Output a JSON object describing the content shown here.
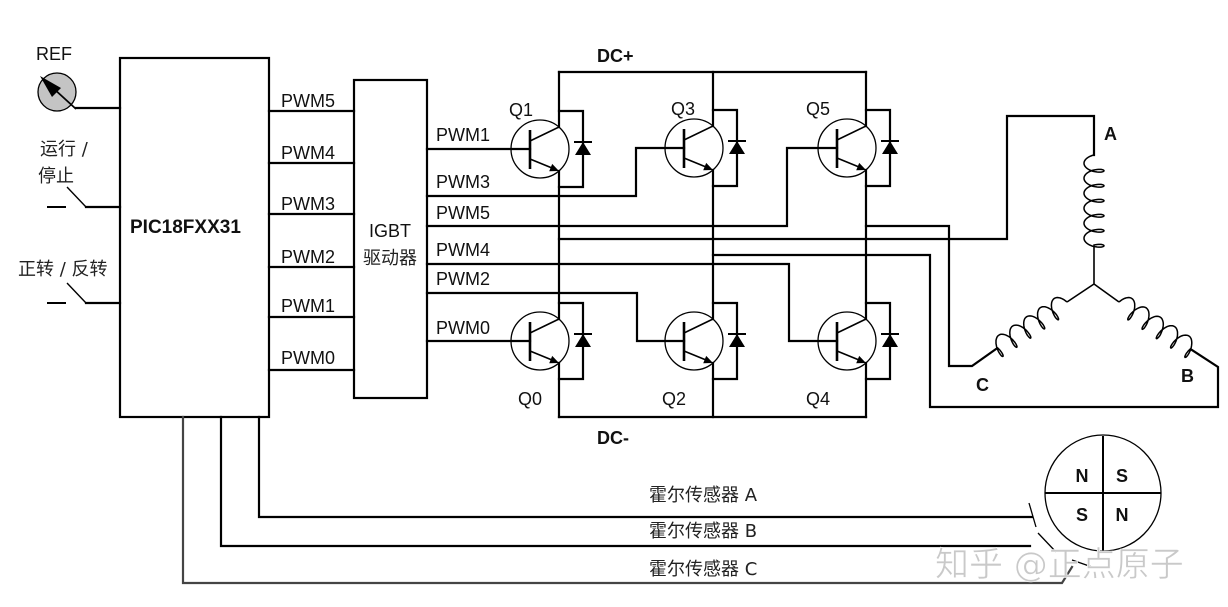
{
  "diagram": {
    "controller": "PIC18FXX31",
    "driver": {
      "line1": "IGBT",
      "line2": "驱动器"
    },
    "inputs": {
      "ref": "REF",
      "run_stop": [
        "运行 /",
        "停止"
      ],
      "direction": "正转 / 反转"
    },
    "controller_pwm_outputs": [
      "PWM5",
      "PWM4",
      "PWM3",
      "PWM2",
      "PWM1",
      "PWM0"
    ],
    "driver_pwm_outputs": [
      "PWM1",
      "PWM3",
      "PWM5",
      "PWM4",
      "PWM2",
      "PWM0"
    ],
    "bridge": {
      "dc_plus": "DC+",
      "dc_minus": "DC-",
      "upper_switches": [
        "Q1",
        "Q3",
        "Q5"
      ],
      "lower_switches": [
        "Q0",
        "Q2",
        "Q4"
      ]
    },
    "motor_phases": {
      "a": "A",
      "b": "B",
      "c": "C"
    },
    "hall_sensors": [
      "霍尔传感器 A",
      "霍尔传感器 B",
      "霍尔传感器 C"
    ],
    "rotor_poles": {
      "top_left": "N",
      "top_right": "S",
      "bottom_left": "S",
      "bottom_right": "N"
    },
    "watermark": "知乎 @正点原子"
  }
}
